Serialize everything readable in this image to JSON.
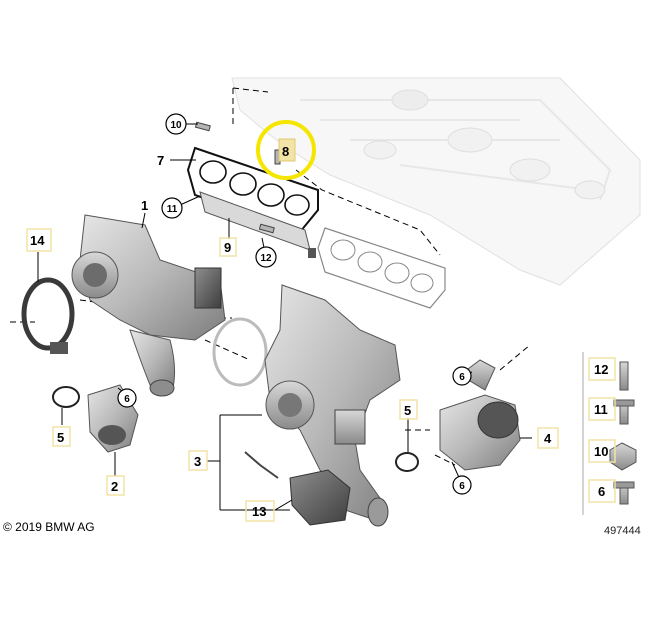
{
  "diagram": {
    "copyright": "© 2019 BMW AG",
    "doc_number": "497444",
    "highlighted_part": "8",
    "highlight_color": "#f5e600",
    "label_bg_color": "#f2e3a6",
    "callouts": {
      "c1": "1",
      "c2": "2",
      "c3": "3",
      "c4": "4",
      "c5a": "5",
      "c5b": "5",
      "c6a": "6",
      "c6b": "6",
      "c6c": "6",
      "c7": "7",
      "c8": "8",
      "c9": "9",
      "c10": "10",
      "c11": "11",
      "c12": "12",
      "c13": "13",
      "c14": "14"
    },
    "legend": [
      "12",
      "11",
      "10",
      "6"
    ]
  }
}
